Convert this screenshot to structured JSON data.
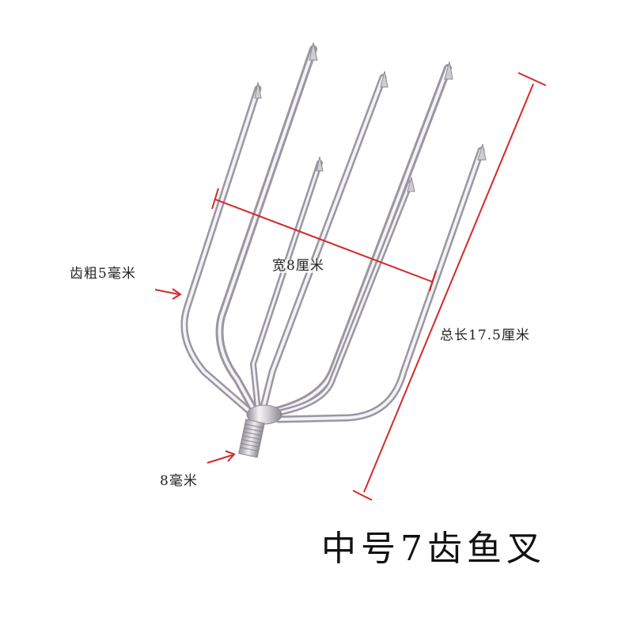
{
  "product": {
    "title": "中号7齿鱼叉",
    "prong_count": 7
  },
  "annotations": {
    "tine_thickness": "齿粗5毫米",
    "width": "宽8厘米",
    "total_length": "总长17.5厘米",
    "thread_diameter": "8毫米"
  },
  "colors": {
    "background": "#ffffff",
    "dimension_line": "#d42a2a",
    "steel_light": "#f2f1f4",
    "steel_mid": "#c9c6ce",
    "steel_dark": "#8e8996",
    "text": "#222222"
  }
}
